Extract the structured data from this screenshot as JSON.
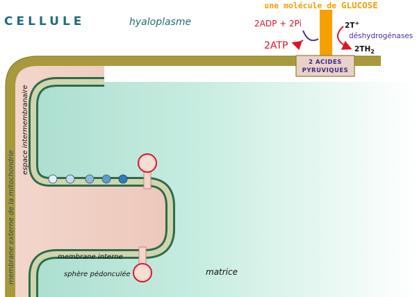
{
  "header": {
    "glucose_prefix": "une molécule de ",
    "glucose_word": "GLUCOSE",
    "cell_title": "CELLULE",
    "cytoplasm_label": "hyaloplasme"
  },
  "glycolysis": {
    "reactant": "2ADP + 2Pi",
    "product": "2ATP",
    "coenzyme": "2T",
    "coenzyme_charge": "+",
    "enzyme": "déshydrogénases",
    "reduced": "2TH",
    "reduced_sub": "2",
    "output_line1": "2 ACIDES",
    "output_line2": "PYRUVIQUES"
  },
  "mitochondrion": {
    "outer_membrane": "membrane externe de la mitochondrie",
    "intermembrane_space": "espace intermembranaire",
    "inner_membrane": "membrane interne",
    "atp_synthase": "sphère pédonculée",
    "matrix": "matrice"
  },
  "colors": {
    "title_teal": "#1f6e78",
    "glucose_orange": "#f5a000",
    "membrane_olive": "#a89a3c",
    "inner_green": "#2e6b4c",
    "inner_fill": "#cfd6ad",
    "intermembrane_pink": "#f0cfc2",
    "matrix_teal": "#c6ece0",
    "reaction_red": "#dd1428",
    "enzyme_purple": "#4a2c9a"
  }
}
